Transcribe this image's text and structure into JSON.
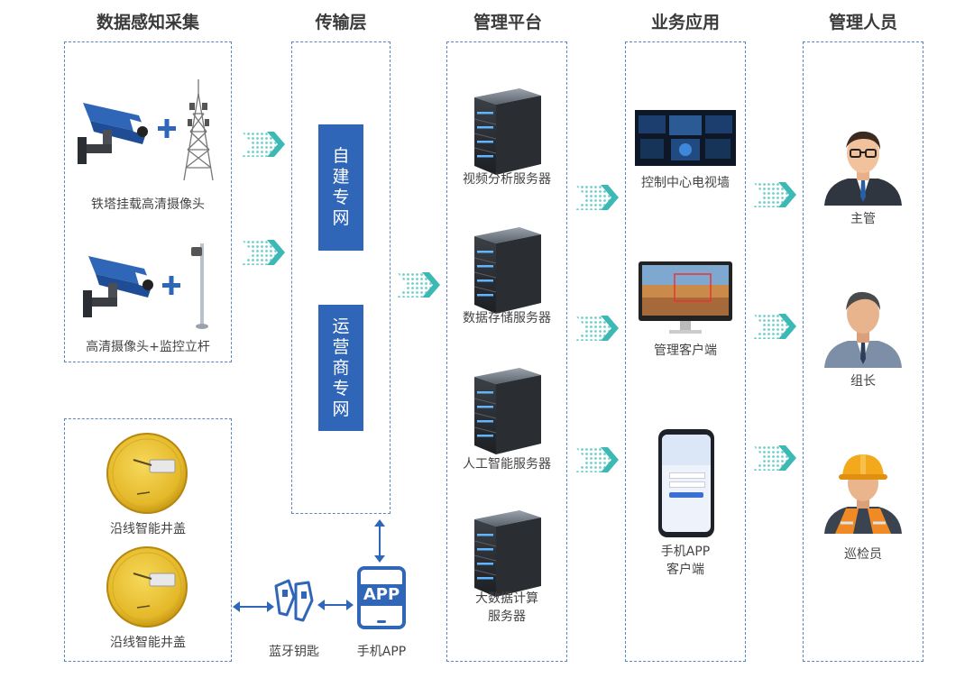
{
  "columns": {
    "sensing": "数据感知采集",
    "transport": "传输层",
    "platform": "管理平台",
    "business": "业务应用",
    "personnel": "管理人员"
  },
  "sensing": {
    "tower_camera": "铁塔挂载高清摄像头",
    "pole_camera": "高清摄像头+监控立杆",
    "manhole_1": "沿线智能井盖",
    "manhole_2": "沿线智能井盖",
    "plus": "+"
  },
  "transport": {
    "private_net": "自建专网",
    "carrier_net": "运营商专网"
  },
  "devices": {
    "bt_key": "蓝牙钥匙",
    "mobile_app": "手机APP",
    "app_badge": "APP"
  },
  "platform": {
    "video_server": "视频分析服务器",
    "storage_server": "数据存储服务器",
    "ai_server": "人工智能服务器",
    "bigdata_line1": "大数据计算",
    "bigdata_line2": "服务器"
  },
  "business": {
    "video_wall": "控制中心电视墙",
    "client": "管理客户端",
    "app_line1": "手机APP",
    "app_line2": "客户端"
  },
  "personnel": {
    "supervisor": "主管",
    "leader": "组长",
    "inspector": "巡检员"
  },
  "colors": {
    "box_border": "#5b86c4",
    "net_box": "#2f66b7",
    "arrow": "#3cb8b5",
    "accent_blue": "#2f66b7"
  }
}
